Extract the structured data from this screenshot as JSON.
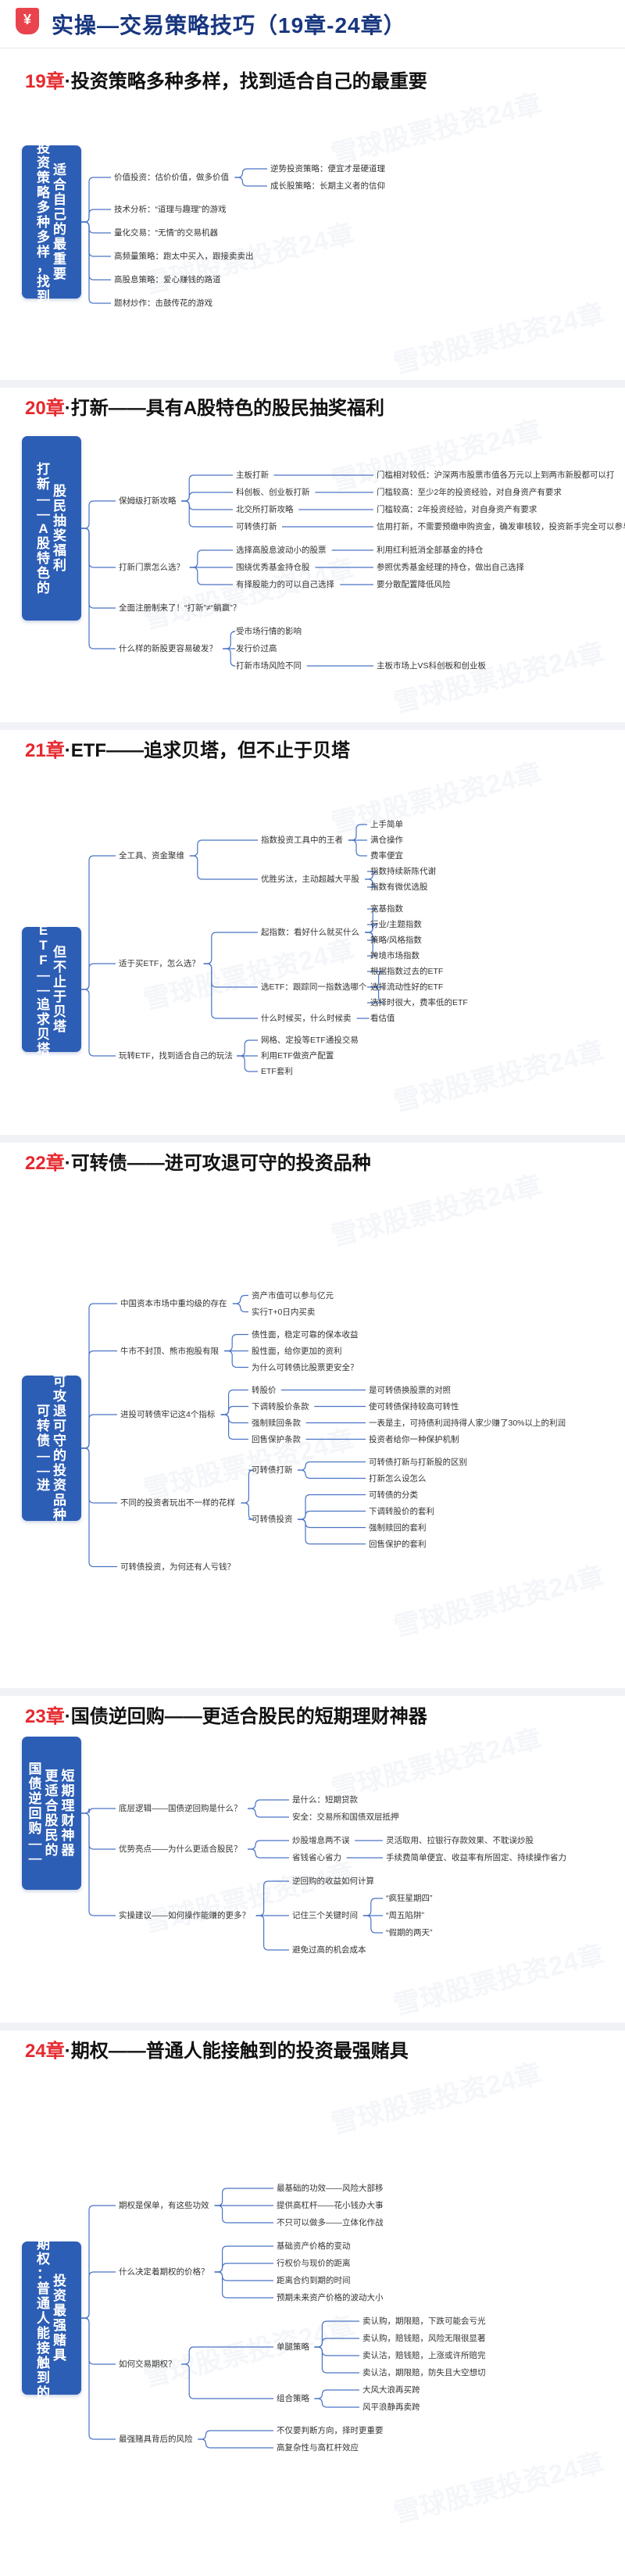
{
  "header": {
    "title": "实操—交易策略技巧（19章-24章）",
    "logo_text": "¥"
  },
  "watermark_text": "雪球股票投资24章",
  "colors": {
    "title_blue": "#17367f",
    "chapter_red": "#e5292e",
    "root_blue": "#2d5eb5",
    "branch_line": "#4a73c4"
  },
  "chapters": [
    {
      "num": "19章",
      "title": "·投资策略多种多样，找到适合自己的最重要",
      "root_cols": [
        "适合自己的最重要",
        "投资策略多种多样，找到"
      ],
      "children": [
        {
          "label": "价值投资：估价价值，做多价值",
          "children": [
            {
              "label": "逆势投资策略：便宜才是硬道理"
            },
            {
              "label": "成长股策略：长期主义者的信仰"
            }
          ]
        },
        {
          "label": "技术分析：“道理与趣理”的游戏",
          "children": []
        },
        {
          "label": "量化交易：“无情”的交易机器",
          "children": []
        },
        {
          "label": "高频量策略：跑太中买入，跟接卖卖出",
          "children": []
        },
        {
          "label": "高股息策略：爱心赚钱的路道",
          "children": []
        },
        {
          "label": "题材炒作：击鼓传花的游戏",
          "children": []
        }
      ]
    },
    {
      "num": "20章",
      "title": "·打新——具有A股特色的股民抽奖福利",
      "root_cols": [
        "股民抽奖福利",
        "打新——A股特色的"
      ],
      "children": [
        {
          "label": "保姆级打新攻略",
          "children": [
            {
              "label": "主板打新",
              "children": [
                {
                  "label": "门槛相对较低：沪深两市股票市值各万元以上到两市新股都可以打"
                }
              ]
            },
            {
              "label": "科创板、创业板打新",
              "children": [
                {
                  "label": "门槛较高：至少2年的投资经验，对自身资产有要求"
                }
              ]
            },
            {
              "label": "北交所打新攻略",
              "children": [
                {
                  "label": "门槛较高：2年投资经验，对自身资产有要求"
                }
              ]
            },
            {
              "label": "可转债打新",
              "children": [
                {
                  "label": "信用打新，不需要预缴申购资金，确发审核较，投资新手完全可以参与"
                }
              ]
            }
          ]
        },
        {
          "label": "打新门票怎么选？",
          "children": [
            {
              "label": "选择高股息波动小的股票",
              "children": [
                {
                  "label": "利用红利抵消全部基金的持仓"
                }
              ]
            },
            {
              "label": "围绕优秀基金持仓股",
              "children": [
                {
                  "label": "参照优秀基金经理的持仓，做出自己选择"
                }
              ]
            },
            {
              "label": "有择股能力的可以自己选择",
              "children": [
                {
                  "label": "要分散配置降低风险"
                }
              ]
            }
          ]
        },
        {
          "label": "全面注册制来了！“打新”≠“躺赢”？",
          "children": []
        },
        {
          "label": "什么样的新股更容易破发？",
          "children": [
            {
              "label": "受市场行情的影响",
              "children": []
            },
            {
              "label": "发行价过高",
              "children": []
            },
            {
              "label": "打新市场风险不同",
              "children": [
                {
                  "label": "主板市场上VS科创板和创业板"
                }
              ]
            }
          ]
        }
      ]
    },
    {
      "num": "21章",
      "title": "·ETF——追求贝塔，但不止于贝塔",
      "root_cols": [
        "但不止于贝塔",
        "ETF——追求贝塔"
      ],
      "children": [
        {
          "label": "全工具、资金聚维",
          "children": [
            {
              "label": "指数投资工具中的王者",
              "children": [
                {
                  "label": "上手简单"
                },
                {
                  "label": "满仓操作"
                },
                {
                  "label": "费率便宜"
                }
              ]
            },
            {
              "label": "优胜劣汰，主动超越大平股",
              "children": [
                {
                  "label": "指数持续新陈代谢"
                },
                {
                  "label": "指数有微优选股"
                }
              ]
            }
          ]
        },
        {
          "label": "适于买ETF，怎么选？",
          "children": [
            {
              "label": "起指数：看好什么就买什么",
              "children": [
                {
                  "label": "宽基指数"
                },
                {
                  "label": "行业/主题指数"
                },
                {
                  "label": "策略/风格指数"
                },
                {
                  "label": "跨境市场指数"
                }
              ]
            },
            {
              "label": "选ETF：跟踪同一指数选哪个",
              "children": [
                {
                  "label": "根据指数过去的ETF"
                },
                {
                  "label": "选择流动性好的ETF"
                },
                {
                  "label": "选择时很大，费率低的ETF"
                }
              ]
            },
            {
              "label": "什么时候买，什么时候卖",
              "children": [
                {
                  "label": "看估值"
                }
              ]
            }
          ]
        },
        {
          "label": "玩转ETF，找到适合自己的玩法",
          "children": [
            {
              "label": "网格、定投等ETF通投交易",
              "children": []
            },
            {
              "label": "利用ETF做资产配置",
              "children": []
            },
            {
              "label": "ETF套利",
              "children": []
            }
          ]
        }
      ]
    },
    {
      "num": "22章",
      "title": "·可转债——进可攻退可守的投资品种",
      "root_cols": [
        "可攻退可守的投资品种",
        "可转债——进"
      ],
      "children": [
        {
          "label": "中国资本市场中重均级的存在",
          "children": [
            {
              "label": "资产市值可以参与亿元"
            },
            {
              "label": "实行T+0日内买卖"
            }
          ]
        },
        {
          "label": "牛市不封顶、熊市抱股有限",
          "children": [
            {
              "label": "债性面，稳定可靠的保本收益"
            },
            {
              "label": "股性面，给你更加的资利"
            },
            {
              "label": "为什么可转债比股票更安全？"
            }
          ]
        },
        {
          "label": "进投可转债牢记这4个指标",
          "children": [
            {
              "label": "转股价",
              "children": [
                {
                  "label": "是可转债换股票的对照"
                }
              ]
            },
            {
              "label": "下调转股价条款",
              "children": [
                {
                  "label": "使可转债保持较高可转性"
                }
              ]
            },
            {
              "label": "强制赎回条款",
              "children": [
                {
                  "label": "一表是主，可持债利润持得人家少赚了30%以上的利润"
                }
              ]
            },
            {
              "label": "回售保护条款",
              "children": [
                {
                  "label": "投资者给你一种保护机制"
                }
              ]
            }
          ]
        },
        {
          "label": "不同的投资者玩出不一样的花样",
          "children": [
            {
              "label": "可转债打新",
              "children": [
                {
                  "label": "可转债打新与打新股的区别"
                },
                {
                  "label": "打新怎么设怎么"
                }
              ]
            },
            {
              "label": "可转债投资",
              "children": [
                {
                  "label": "可转债的分类"
                },
                {
                  "label": "下调转股价的套利"
                },
                {
                  "label": "强制赎回的套利"
                },
                {
                  "label": "回售保护的套利"
                }
              ]
            }
          ]
        },
        {
          "label": "可转债投资，为何还有人亏钱？",
          "children": []
        }
      ]
    },
    {
      "num": "23章",
      "title": "·国债逆回购——更适合股民的短期理财神器",
      "root_cols": [
        "短期理财神器",
        "更适合股民的",
        "国债逆回购——"
      ],
      "children": [
        {
          "label": "底层逻辑——国债逆回购是什么？",
          "children": [
            {
              "label": "是什么：短期贷款"
            },
            {
              "label": "安全：交易所和国债双层抵押"
            }
          ]
        },
        {
          "label": "优势亮点——为什么更适合股民？",
          "children": [
            {
              "label": "炒股增息两不误",
              "children": [
                {
                  "label": "灵活取用、拉银行存款效果、不耽误炒股"
                }
              ]
            },
            {
              "label": "省钱省心省力",
              "children": [
                {
                  "label": "手续费简单便宜、收益率有所固定、持续操作省力"
                }
              ]
            }
          ]
        },
        {
          "label": "实操建议——如何操作能赚的更多？",
          "children": [
            {
              "label": "逆回购的收益如何计算",
              "children": []
            },
            {
              "label": "记住三个关键时间",
              "children": [
                {
                  "label": "“疯狂星期四”"
                },
                {
                  "label": "“周五陷阱”"
                },
                {
                  "label": "“假期的两天”"
                }
              ]
            },
            {
              "label": "避免过高的机会成本",
              "children": []
            }
          ]
        }
      ]
    },
    {
      "num": "24章",
      "title": "·期权——普通人能接触到的投资最强赌具",
      "root_cols": [
        "投资最强赌具",
        "期权：普通人能接触到的"
      ],
      "children": [
        {
          "label": "期权是保单，有这些功效",
          "children": [
            {
              "label": "最基础的功效——风险大部移"
            },
            {
              "label": "提供高杠杆——花小钱办大事"
            },
            {
              "label": "不只可以做多——立体化作战"
            }
          ]
        },
        {
          "label": "什么决定着期权的价格？",
          "children": [
            {
              "label": "基础资产价格的变动"
            },
            {
              "label": "行权价与现价的距离"
            },
            {
              "label": "距离合约到期的时间"
            },
            {
              "label": "预期未来资产价格的波动大小"
            }
          ]
        },
        {
          "label": "如何交易期权？",
          "children": [
            {
              "label": "单腿策略",
              "children": [
                {
                  "label": "卖认购，期限赔，下跌可能会亏光"
                },
                {
                  "label": "卖认购，赔钱赔，风险无限很显著"
                },
                {
                  "label": "卖认沽，赔钱赔，上涨或许所赔完"
                },
                {
                  "label": "卖认沽，期限赔，防失且大空想切"
                }
              ]
            },
            {
              "label": "组合策略",
              "children": [
                {
                  "label": "大风大浪再买跨"
                },
                {
                  "label": "风平浪静再卖跨"
                }
              ]
            }
          ]
        },
        {
          "label": "最强赌具背后的风险",
          "children": [
            {
              "label": "不仅要判断方向，择时更重要"
            },
            {
              "label": "高复杂性与高杠杆效应"
            }
          ]
        }
      ]
    }
  ]
}
